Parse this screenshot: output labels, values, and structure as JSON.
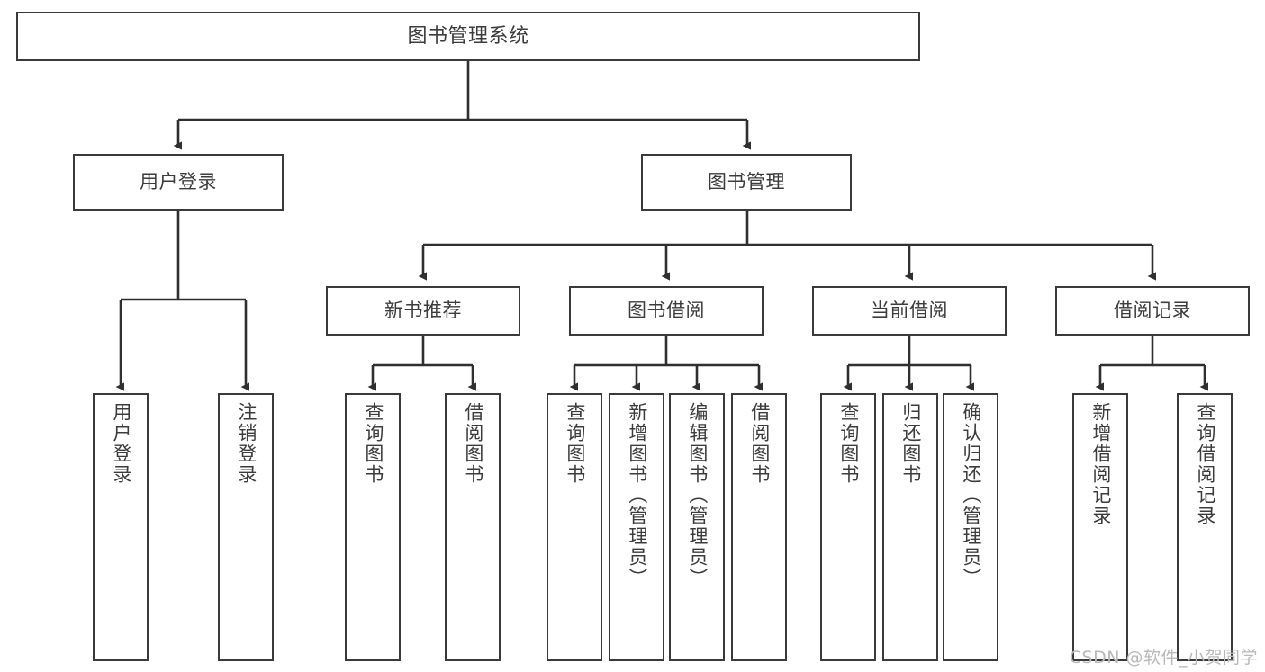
{
  "diagram": {
    "title": "图书管理系统",
    "type": "tree-hierarchy-diagram",
    "colors": {
      "box_border": "#3a3a3a",
      "box_fill": "#ffffff",
      "text": "#3c3c3c",
      "edge": "#2f2f2f",
      "watermark": "#b9b9b9",
      "background": "#ffffff"
    }
  },
  "watermark": {
    "text": "CSDN @软件_小贺同学"
  },
  "nodes": {
    "root": {
      "label": "图书管理系统"
    },
    "level2": [
      {
        "id": "user-login",
        "label": "用户登录"
      },
      {
        "id": "book-manage",
        "label": "图书管理"
      }
    ],
    "level3": [
      {
        "id": "new-book-recommend",
        "label": "新书推荐"
      },
      {
        "id": "book-borrow",
        "label": "图书借阅"
      },
      {
        "id": "current-borrow",
        "label": "当前借阅"
      },
      {
        "id": "borrow-record",
        "label": "借阅记录"
      }
    ],
    "leaves": {
      "user_login": [
        {
          "id": "leaf-user-login",
          "label": "用户登录"
        },
        {
          "id": "leaf-logout-login",
          "label": "注销登录"
        }
      ],
      "new_book_recommend": [
        {
          "id": "leaf-query-book-1",
          "label": "查询图书"
        },
        {
          "id": "leaf-borrow-book-1",
          "label": "借阅图书"
        }
      ],
      "book_borrow": [
        {
          "id": "leaf-query-book-2",
          "label": "查询图书"
        },
        {
          "id": "leaf-add-book",
          "label": "新增图书（管理员）"
        },
        {
          "id": "leaf-edit-book",
          "label": "编辑图书（管理员）"
        },
        {
          "id": "leaf-borrow-book-2",
          "label": "借阅图书"
        }
      ],
      "current_borrow": [
        {
          "id": "leaf-query-book-3",
          "label": "查询图书"
        },
        {
          "id": "leaf-return-book",
          "label": "归还图书"
        },
        {
          "id": "leaf-confirm-return",
          "label": "确认归还（管理员）"
        }
      ],
      "borrow_record": [
        {
          "id": "leaf-add-record",
          "label": "新增借阅记录"
        },
        {
          "id": "leaf-query-record",
          "label": "查询借阅记录"
        }
      ]
    }
  }
}
